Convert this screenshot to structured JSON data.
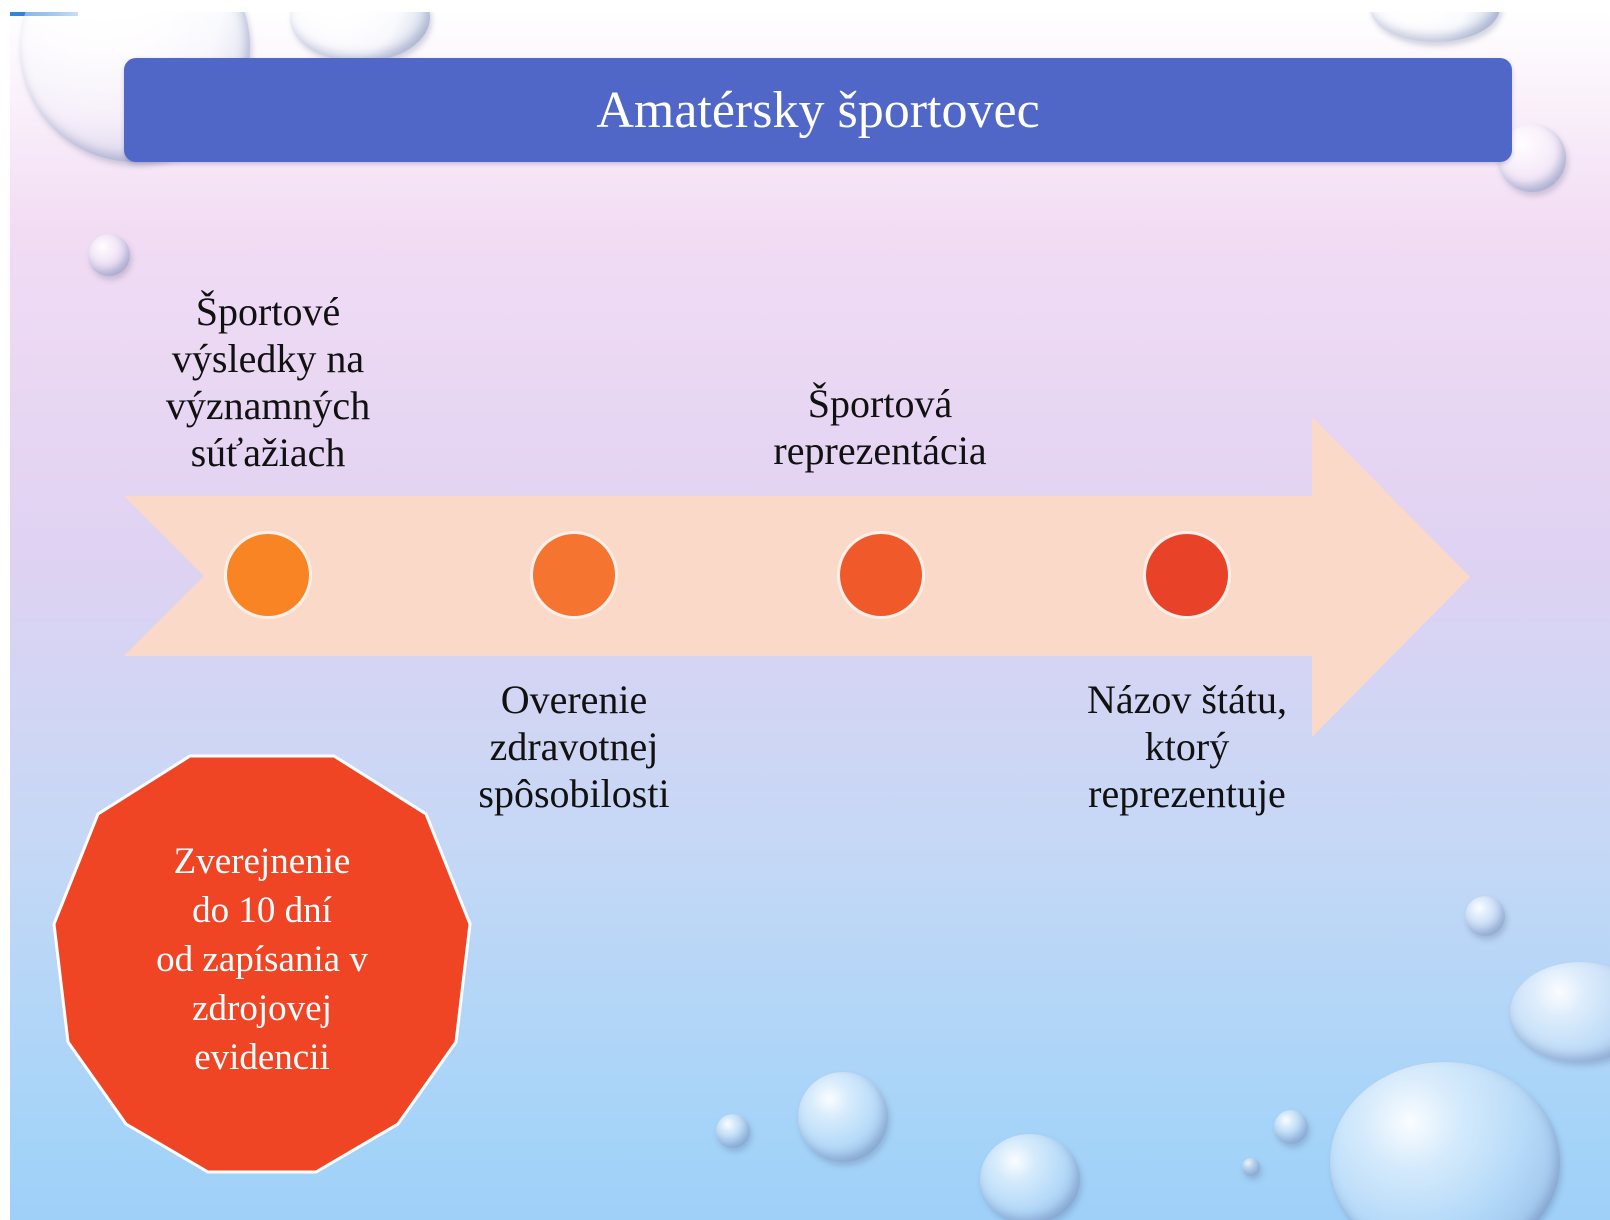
{
  "slide": {
    "title": "Amatérsky športovec",
    "timeline": [
      {
        "label": "Športové\nvýsledky na\nvýznamných\nsúťažiach",
        "dot_color": "#f98424"
      },
      {
        "label": "Overenie\nzdravotnej\nspôsobilosti",
        "dot_color": "#f47430"
      },
      {
        "label": "Športová\nreprezentácia",
        "dot_color": "#f05a2a"
      },
      {
        "label": "Názov štátu,\nktorý\nreprezentuje",
        "dot_color": "#e84328"
      }
    ],
    "callout": "Zverejnenie\ndo 10 dní\nod zapísania v\nzdrojovej\nevidencii"
  },
  "colors": {
    "title_bar": "#5067c8",
    "arrow": "#fbd9c9",
    "callout": "#ef4525"
  }
}
